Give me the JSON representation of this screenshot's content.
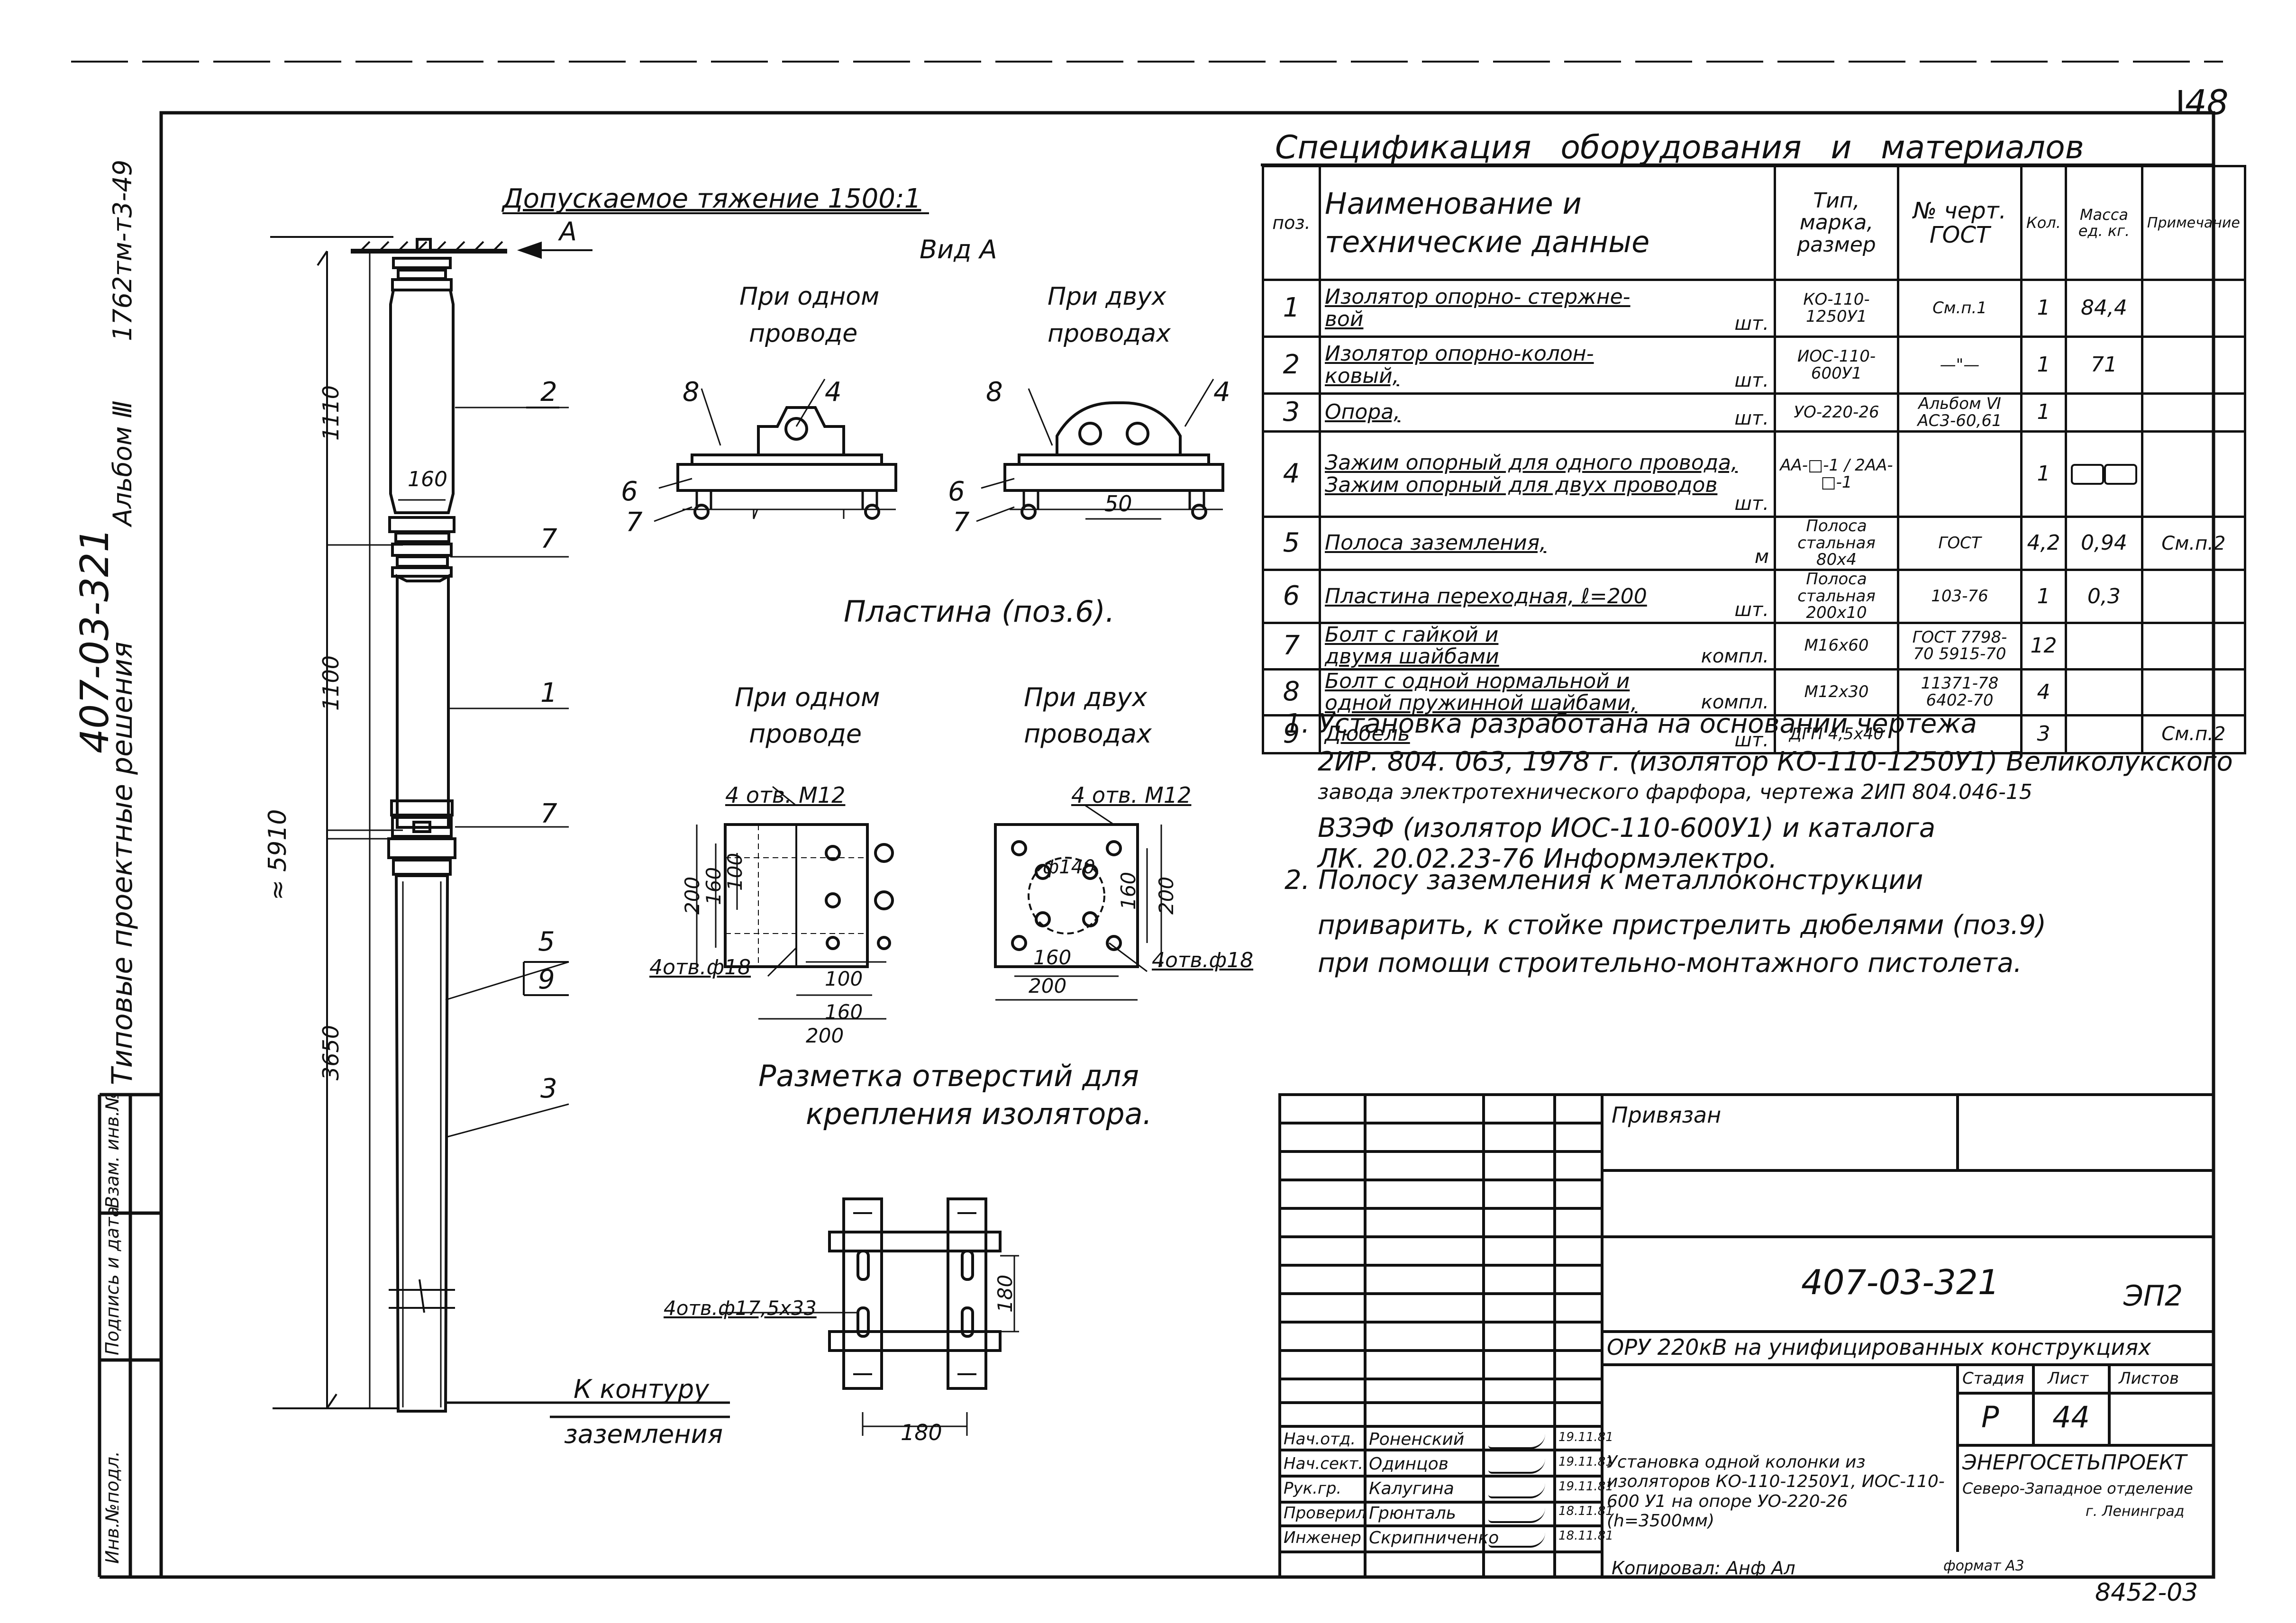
{
  "sheet": {
    "sheet_number": "48",
    "album_code_vertical": "1762тм-т3-49",
    "album_label_vertical": "Альбом Ⅲ",
    "series_vertical": "407-03-321",
    "series_title_vertical": "Типовые проектные решения",
    "margin_stamps": [
      "Инв.№подл.",
      "Подпись и дата",
      "Взам. инв.№"
    ]
  },
  "elevation": {
    "tension_label": "Допускаемое тяжение 1500:1",
    "view_arrow_label": "А",
    "total_height_label": "≈ 5910",
    "dims": [
      "1110",
      "160",
      "1100",
      "3650"
    ],
    "positions": [
      "2",
      "7",
      "1",
      "7",
      "5",
      "9",
      "3"
    ],
    "ground_label_line1": "К контуру",
    "ground_label_line2": "заземления"
  },
  "view_a": {
    "title": "Вид А",
    "single_title_line1": "При одном",
    "single_title_line2": "проводе",
    "double_title_line1": "При двух",
    "double_title_line2": "проводах",
    "single_marks": [
      "8",
      "4",
      "6",
      "7"
    ],
    "double_marks": [
      "8",
      "4",
      "6",
      "7"
    ],
    "double_dim": "50"
  },
  "plate": {
    "title": "Пластина (поз.6).",
    "single_title_line1": "При одном",
    "single_title_line2": "проводе",
    "double_title_line1": "При двух",
    "double_title_line2": "проводах",
    "holes_m12": "4 отв. М12",
    "holes_d18": "4отв.ф18",
    "single_dims": [
      "200",
      "160",
      "100",
      "100",
      "160",
      "200"
    ],
    "double_dims": [
      "ф140",
      "160",
      "200",
      "160",
      "200"
    ]
  },
  "marking": {
    "title_line1": "Разметка отверстий для",
    "title_line2": "крепления изолятора.",
    "holes": "4отв.ф17,5х33",
    "dim_h": "180",
    "dim_v": "180"
  },
  "spec": {
    "title": "Спецификация оборудования и материалов",
    "headers": {
      "pos": "поз.",
      "name": "Наименование и технические данные",
      "type": "Тип, марка, размер",
      "gost": "№ черт. ГОСТ",
      "qty": "Кол.",
      "mass": "Масса ед. кг.",
      "note": "Примечание"
    },
    "rows": [
      {
        "pos": "1",
        "name1": "Изолятор опорно- стержне-",
        "name2": "вой",
        "unit": "шт.",
        "type": "КО-110-1250У1",
        "gost": "См.п.1",
        "qty": "1",
        "mass": "84,4",
        "note": ""
      },
      {
        "pos": "2",
        "name1": "Изолятор опорно-колон-",
        "name2": "ковый,",
        "unit": "шт.",
        "type": "ИОС-110-600У1",
        "gost": "—\"—",
        "qty": "1",
        "mass": "71",
        "note": ""
      },
      {
        "pos": "3",
        "name1": "Опора,",
        "name2": "",
        "unit": "шт.",
        "type": "УО-220-26",
        "gost": "Альбом Ⅵ АС3-60,61",
        "qty": "1",
        "mass": "",
        "note": ""
      },
      {
        "pos": "4",
        "name1": "Зажим опорный для одного провода,",
        "name2": "Зажим опорный для двух проводов",
        "unit": "шт.",
        "type": "АА-□-1 / 2АА-□-1",
        "gost": "",
        "qty": "1",
        "mass": "",
        "note": ""
      },
      {
        "pos": "5",
        "name1": "Полоса заземления,",
        "name2": "",
        "unit": "м",
        "type": "Полоса стальная 80х4",
        "gost": "ГОСТ",
        "qty": "4,2",
        "mass": "0,94",
        "note": "См.п.2"
      },
      {
        "pos": "6",
        "name1": "Пластина переходная, ℓ=200",
        "name2": "",
        "unit": "шт.",
        "type": "Полоса стальная 200х10",
        "gost": "103-76",
        "qty": "1",
        "mass": "0,3",
        "note": ""
      },
      {
        "pos": "7",
        "name1": "Болт с гайкой и",
        "name2": "двумя шайбами",
        "unit": "компл.",
        "type": "М16х60",
        "gost": "ГОСТ 7798-70 5915-70",
        "qty": "12",
        "mass": "",
        "note": ""
      },
      {
        "pos": "8",
        "name1": "Болт с одной нормальной и",
        "name2": "одной пружинной шайбами,",
        "unit": "компл.",
        "type": "М12х30",
        "gost": "11371-78 6402-70",
        "qty": "4",
        "mass": "",
        "note": ""
      },
      {
        "pos": "9",
        "name1": "Дюбель",
        "name2": "",
        "unit": "шт.",
        "type": "ДГП 4,5х40",
        "gost": "",
        "qty": "3",
        "mass": "",
        "note": "См.п.2"
      }
    ]
  },
  "notes": [
    "1. Установка разработана на основании чертежа",
    "2ИР. 804. 063, 1978 г. (изолятор КО-110-1250У1) Великолукского",
    "завода электротехнического фарфора, чертежа 2ИП 804.046-15",
    "ВЗЭФ (изолятор ИОС-110-600У1) и каталога",
    "ЛК. 20.02.23-76 Информэлектро.",
    "2. Полосу заземления к металлоконструкции",
    "приварить, к стойке пристрелить дюбелями (поз.9)",
    "при помощи строительно-монтажного пистолета."
  ],
  "title_block": {
    "binding": "Привязан",
    "doc_number": "407-03-321",
    "sheet_code": "ЭП2",
    "project_title": "ОРУ 220кВ на унифицированных конструкциях",
    "stage_header": "Стадия",
    "sheet_header": "Лист",
    "sheets_header": "Листов",
    "stage": "Р",
    "sheet": "44",
    "description": "Установка одной колонки из изоляторов КО-110-1250У1, ИОС-110-600 У1 на опоре УО-220-26 (h=3500мм)",
    "org_line1": "ЭНЕРГОСЕТЬПРОЕКТ",
    "org_line2": "Северо-Западное отделение",
    "org_line3": "г. Ленинград",
    "signers": [
      {
        "role": "Нач.отд.",
        "name": "Роненский",
        "date": "19.11.81"
      },
      {
        "role": "Нач.сект.",
        "name": "Одинцов",
        "date": "19.11.81"
      },
      {
        "role": "Рук.гр.",
        "name": "Калугина",
        "date": "19.11.81"
      },
      {
        "role": "Проверил",
        "name": "Грюнталь",
        "date": "18.11.81"
      },
      {
        "role": "Инженер",
        "name": "Скрипниченко",
        "date": "18.11.81"
      }
    ],
    "copied_by": "Копировал: Анф Ал",
    "format": "формат А3",
    "inventory": "8452-03"
  }
}
